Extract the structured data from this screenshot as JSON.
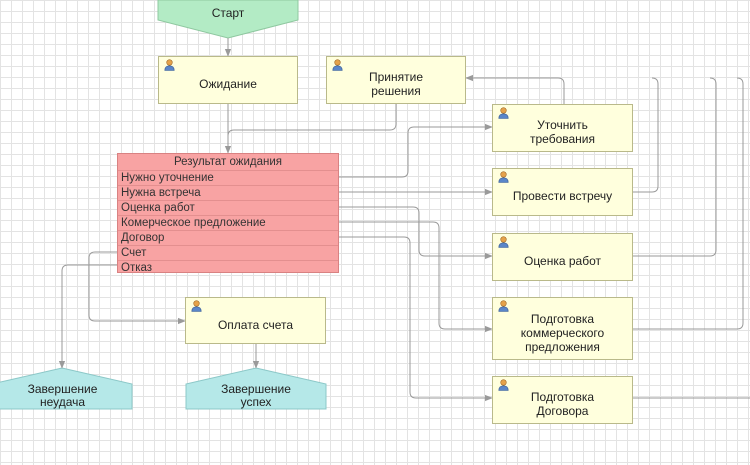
{
  "start": {
    "label": "Старт"
  },
  "tasks": {
    "waiting": "Ожидание",
    "decision_making": "Принятие\nрешения",
    "clarify_requirements": "Уточнить\nтребования",
    "hold_meeting": "Провести встречу",
    "work_estimate": "Оценка работ",
    "commercial_offer": "Подготовка\nкоммерческого\nпредложения",
    "contract": "Подготовка\nДоговора",
    "invoice_payment": "Оплата счета"
  },
  "decision": {
    "title": "Результат ожидания",
    "options": [
      "Нужно уточнение",
      "Нужна встреча",
      "Оценка работ",
      "Комерческое предложение",
      "Договор",
      "Счет",
      "Отказ"
    ]
  },
  "end_events": {
    "fail": "Завершение\nнеудача",
    "success": "Завершение\nуспех"
  },
  "colors": {
    "task_fill": "#ffffdd",
    "decision_fill": "#f8a3a3",
    "start_fill": "#b3ebc5",
    "end_fill": "#b5e8e8",
    "connector": "#9a9a9a"
  },
  "icons": {
    "task_performer": "user-icon"
  }
}
